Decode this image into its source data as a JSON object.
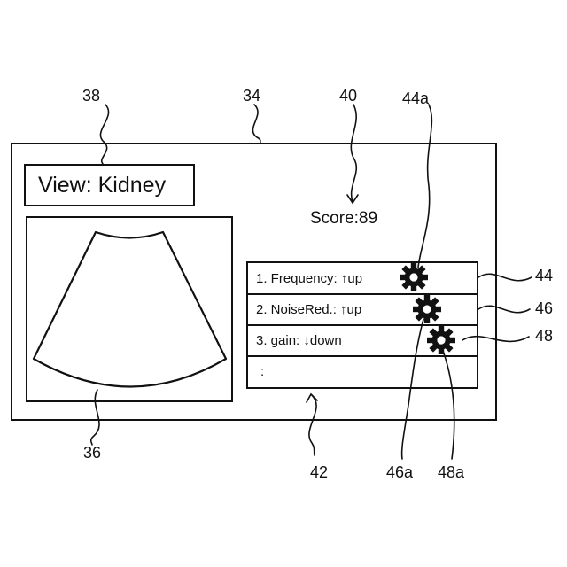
{
  "refs": {
    "r38": "38",
    "r34": "34",
    "r40": "40",
    "r44a": "44a",
    "r44": "44",
    "r46": "46",
    "r48": "48",
    "r36": "36",
    "r42": "42",
    "r46a": "46a",
    "r48a": "48a"
  },
  "screen": {
    "view_label": "View: Kidney",
    "score_label": "Score:89"
  },
  "settings_list": {
    "items": [
      {
        "label": "1. Frequency: ↑up",
        "icon": "gear-icon"
      },
      {
        "label": "2. NoiseRed.: ↑up",
        "icon": "gear-icon"
      },
      {
        "label": "3. gain: ↓down",
        "icon": "gear-icon"
      },
      {
        "label": ":"
      }
    ]
  }
}
